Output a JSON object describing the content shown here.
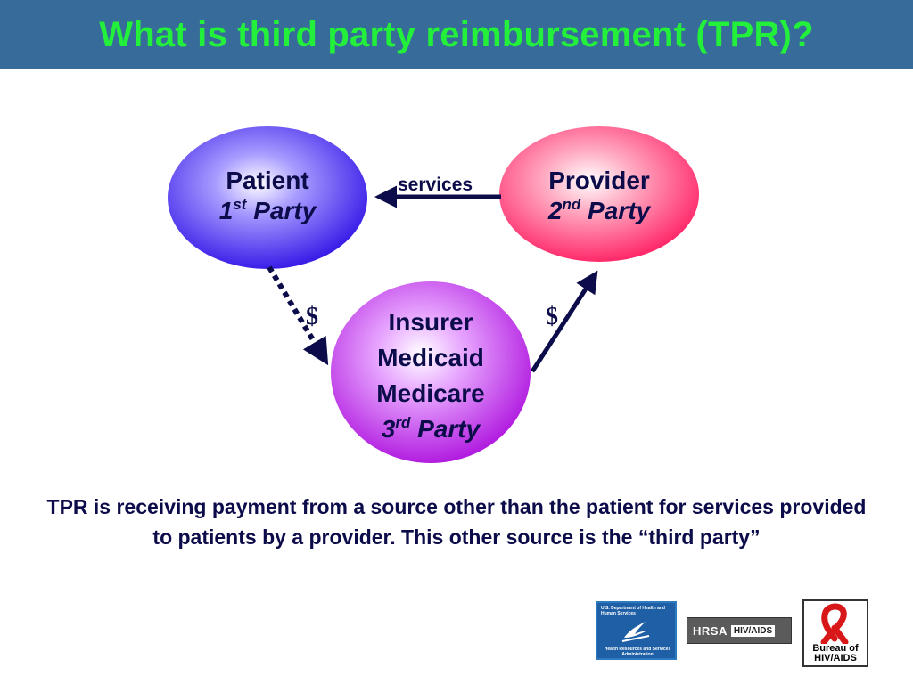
{
  "slide": {
    "title": "What is third party reimbursement (TPR)?",
    "description": "TPR is receiving payment from a source other than the patient for services provided to patients by a provider. This other source is the “third party”"
  },
  "diagram": {
    "nodes": {
      "patient": {
        "line1": "Patient",
        "ordinal_num": "1",
        "ordinal_sup": "st",
        "party": "Party",
        "fill": "#3a1ee8"
      },
      "provider": {
        "line1": "Provider",
        "ordinal_num": "2",
        "ordinal_sup": "nd",
        "party": "Party",
        "fill": "#ff2a6a"
      },
      "insurer": {
        "line1": "Insurer",
        "line2": "Medicaid",
        "line3": "Medicare",
        "ordinal_num": "3",
        "ordinal_sup": "rd",
        "party": "Party",
        "fill": "#b21ee0"
      }
    },
    "edges": {
      "services": "services",
      "patient_to_insurer": "$",
      "insurer_to_provider": "$"
    },
    "colors": {
      "arrow": "#0c0c4a",
      "text": "#0c0c4a",
      "title_bar": "#376b9a",
      "title_text": "#22f03a"
    }
  },
  "logos": {
    "hhs": {
      "top_text": "U.S. Department of Health and Human Services",
      "bottom_text": "Health Resources and Services Administration"
    },
    "hrsa": {
      "word": "HRSA",
      "hiv": "HIV/AIDS"
    },
    "bureau": {
      "line1": "Bureau of",
      "line2": "HIV/AIDS"
    }
  }
}
